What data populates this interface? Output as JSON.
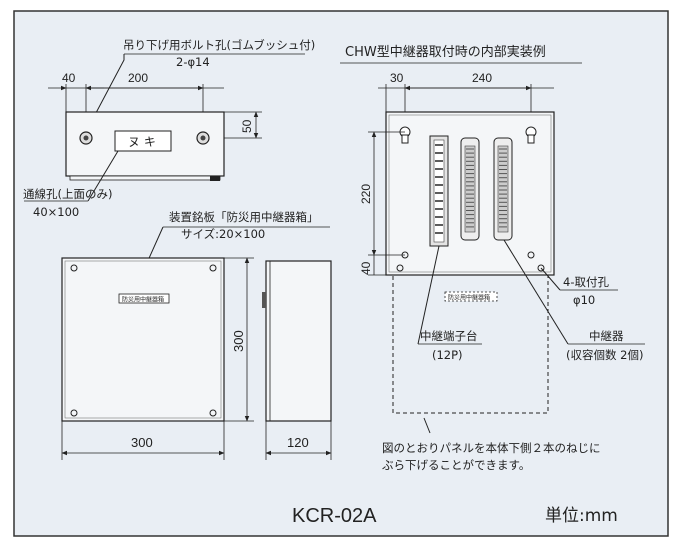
{
  "left_top": {
    "hole_callout_line1": "吊り下げ用ボルト孔(ゴムブッシュ付)",
    "hole_callout_line2": "2-φ14",
    "dim_40": "40",
    "dim_200": "200",
    "dim_50": "50",
    "nameplate_text": "ヌ キ",
    "knockout_line1": "通線孔(上面のみ)",
    "knockout_line2": "40×100"
  },
  "left_front": {
    "plate_line1": "装置銘板「防災用中継器箱」",
    "plate_line2": "サイズ:20×100",
    "small_plate_text": "防災用中継器箱",
    "dim_height": "300",
    "dim_width": "300",
    "dim_depth": "120"
  },
  "right_view": {
    "title": "CHW型中継器取付時の内部実装例",
    "dim_30": "30",
    "dim_240": "240",
    "dim_220": "220",
    "dim_40": "40",
    "small_plate_text": "防災用中継器箱",
    "mount_holes_line1": "4-取付孔",
    "mount_holes_line2": "φ10",
    "terminal_line1": "中継端子台",
    "terminal_line2": "(12P)",
    "repeater_line1": "中継器",
    "repeater_line2": "(収容個数 2個)",
    "note_line1": "図のとおりパネルを本体下側２本のねじに",
    "note_line2": "ぶら下げることができます。"
  },
  "footer": {
    "model": "KCR-02A",
    "unit": "単位:mm"
  },
  "colors": {
    "background": "#e9eef4",
    "border": "#333333",
    "box_fill": "#f4f6f8",
    "line": "#222222"
  }
}
